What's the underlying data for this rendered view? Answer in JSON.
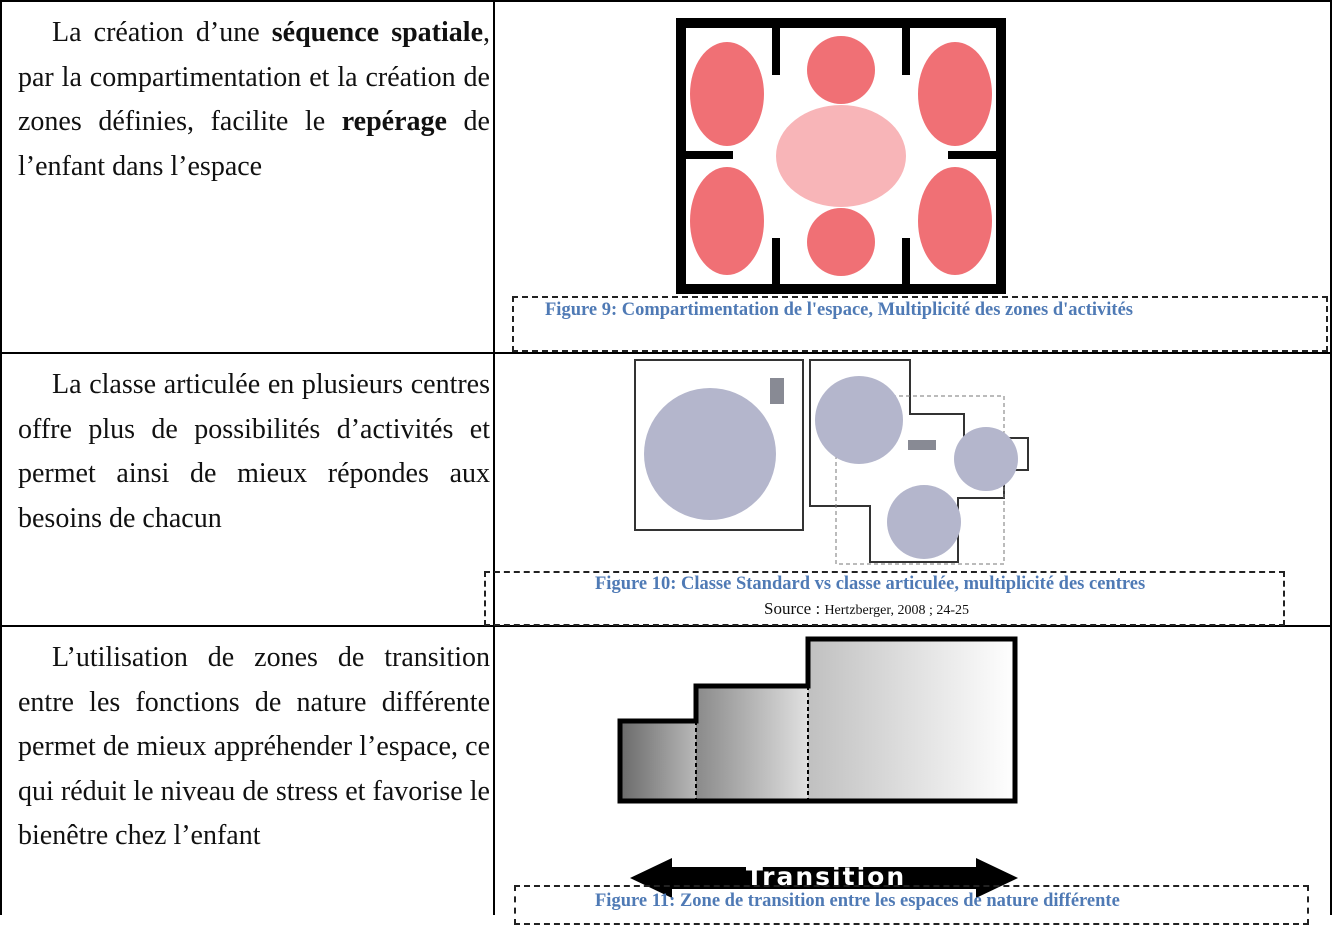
{
  "rows": [
    {
      "text": {
        "p1": "La création d’une ",
        "b1": "séquence spatiale",
        "p2": ", par la compartimentation et la création de zones définies, facilite le ",
        "b2": "repérage",
        "p3": " de l’enfant dans l’espace"
      },
      "caption": "Figure 9: Compartimentation de l'espace, Multiplicité des zones d'activités"
    },
    {
      "text": "La classe articulée en plusieurs centres offre plus de possibilités d’activités et permet ainsi de mieux répondes aux besoins de chacun",
      "caption": "Figure 10: Classe Standard vs classe articulée, multiplicité des centres",
      "source_label": "Source : ",
      "source_ref": "Hertzberger, 2008 ; 24-25"
    },
    {
      "text": "L’utilisation de zones de transition entre les fonctions de nature différente permet de mieux appréhender l’espace, ce qui réduit le niveau de stress et favorise le bienêtre chez l’enfant",
      "caption": "Figure 11: Zone de transition entre les espaces de nature différente",
      "figure_label": "Transition"
    }
  ],
  "colors": {
    "compartment_zone": "#f07075",
    "central_zone": "#f8b5b8",
    "center_circle": "#b4b6cc",
    "caption": "#4f7ab5"
  }
}
